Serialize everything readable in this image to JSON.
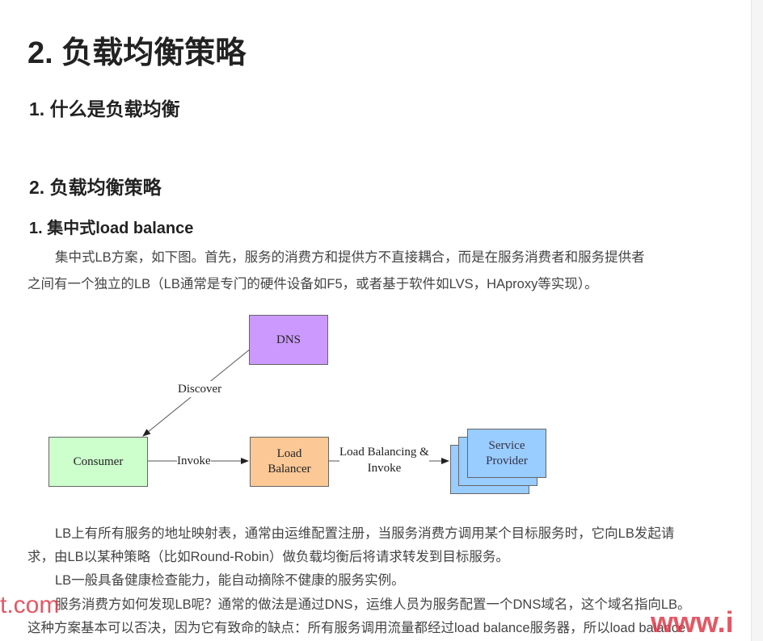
{
  "headings": {
    "h1": "2. 负载均衡策略",
    "s1": "1. 什么是负载均衡",
    "s2": "2. 负载均衡策略",
    "s3": "1. 集中式load balance"
  },
  "paragraphs": [
    "集中式LB方案，如下图。首先，服务的消费方和提供方不直接耦合，而是在服务消费者和服务提供者",
    "之间有一个独立的LB（LB通常是专门的硬件设备如F5，或者基于软件如LVS，HAproxy等实现）。",
    "LB上有所有服务的地址映射表，通常由运维配置注册，当服务消费方调用某个目标服务时，它向LB发起请",
    "求，由LB以某种策略（比如Round-Robin）做负载均衡后将请求转发到目标服务。",
    "LB一般具备健康检查能力，能自动摘除不健康的服务实例。",
    "服务消费方如何发现LB呢？通常的做法是通过DNS，运维人员为服务配置一个DNS域名，这个域名指向LB。",
    "这种方案基本可以否决，因为它有致命的缺点：所有服务调用流量都经过load balance服务器，所以load balance"
  ],
  "diagram": {
    "dns": "DNS",
    "consumer": "Consumer",
    "lb_line1": "Load",
    "lb_line2": "Balancer",
    "sp_line1": "Service",
    "sp_line2": "Provider",
    "discover": "Discover",
    "invoke": "Invoke",
    "lbi_line1": "Load Balancing &",
    "lbi_line2": "Invoke",
    "colors": {
      "dns": "#cc99ff",
      "consumer": "#ccffcc",
      "lb": "#fbc896",
      "provider": "#99ccff"
    }
  },
  "watermark": {
    "left": "t.com",
    "right": "www.i"
  }
}
